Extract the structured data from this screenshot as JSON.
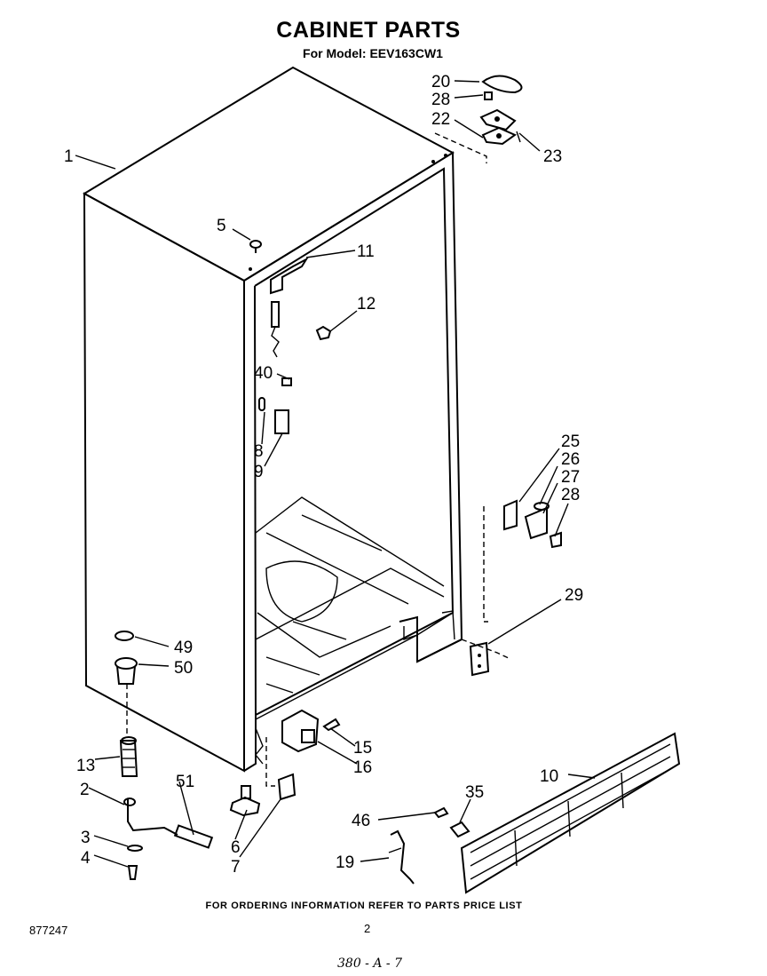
{
  "header": {
    "title": "CABINET PARTS",
    "subtitle": "For Model: EEV163CW1"
  },
  "footer": {
    "ordering_info": "FOR ORDERING INFORMATION REFER TO PARTS PRICE LIST",
    "document_number": "877247",
    "page_number": "2",
    "handwritten_note": "380 - A - 7"
  },
  "callouts": {
    "c1": "1",
    "c2": "2",
    "c3": "3",
    "c4": "4",
    "c5": "5",
    "c6": "6",
    "c7": "7",
    "c8": "8",
    "c9": "9",
    "c10": "10",
    "c11": "11",
    "c12": "12",
    "c13": "13",
    "c15": "15",
    "c16": "16",
    "c19": "19",
    "c20": "20",
    "c22": "22",
    "c23": "23",
    "c25": "25",
    "c26": "26",
    "c27": "27",
    "c28a": "28",
    "c28b": "28",
    "c29": "29",
    "c35": "35",
    "c40": "40",
    "c46": "46",
    "c49": "49",
    "c50": "50",
    "c51": "51"
  }
}
